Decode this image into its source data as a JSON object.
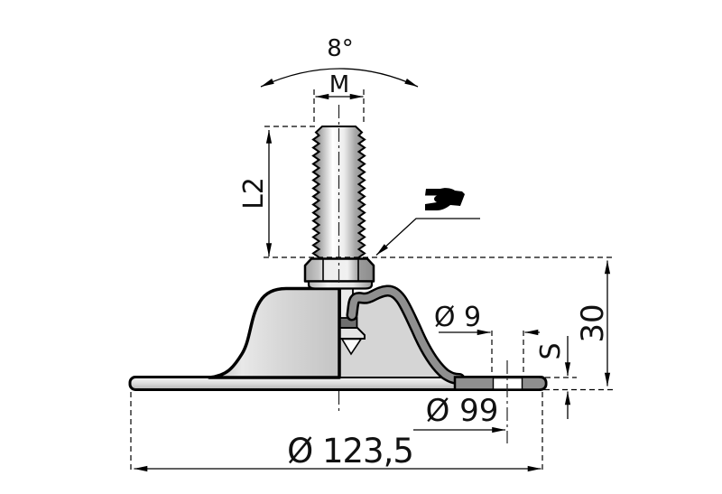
{
  "drawing": {
    "labels": {
      "tilt_angle": "8°",
      "thread_size": "M",
      "thread_length": "L2",
      "hole_diameter": "Ø 9",
      "overall_height": "30",
      "base_thickness": "S",
      "bolt_circle_diameter": "Ø 99",
      "base_diameter": "Ø 123,5"
    },
    "icons": {
      "wrench": "open-end-wrench-icon"
    },
    "colors": {
      "outline": "#000000",
      "body_fill": "#d6d6d6",
      "shell_section_fill": "#8f8f8f",
      "background": "#ffffff",
      "text": "#111111"
    }
  }
}
